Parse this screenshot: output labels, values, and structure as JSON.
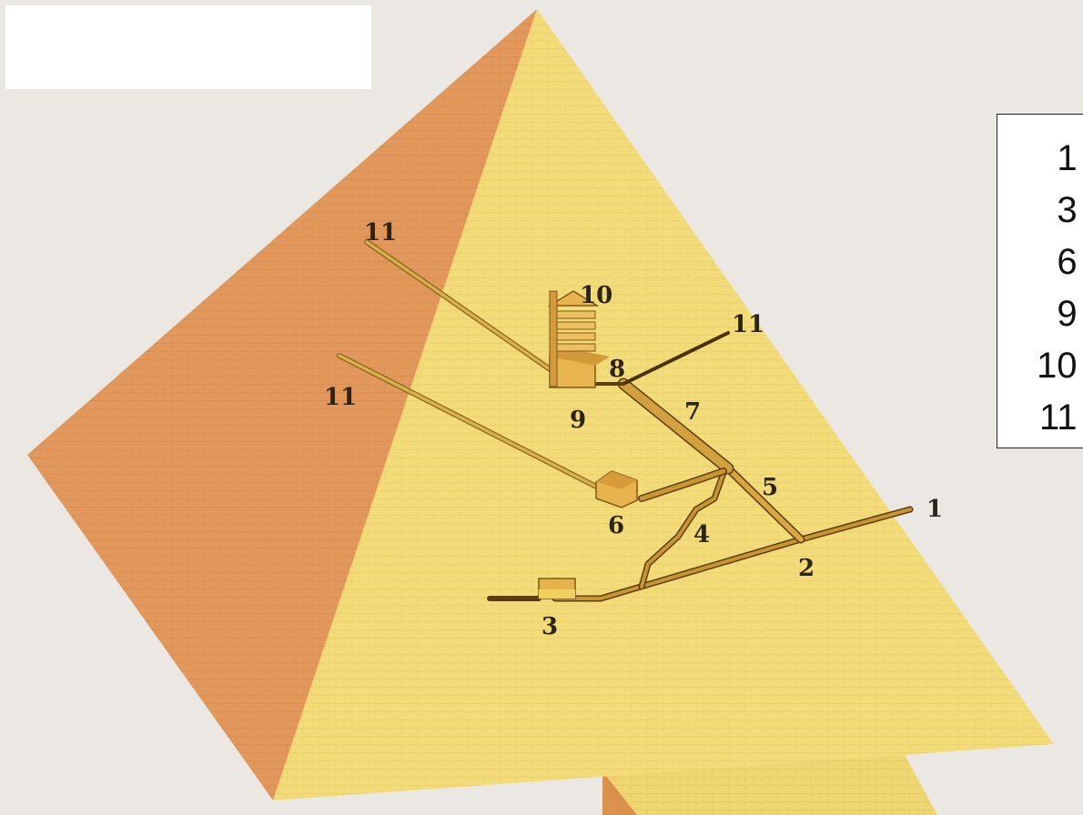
{
  "labels": {
    "l1": "1",
    "l2": "2",
    "l3": "3",
    "l4": "4",
    "l5": "5",
    "l6": "6",
    "l7": "7",
    "l8": "8",
    "l9": "9",
    "l10": "10",
    "l11_left_upper": "11",
    "l11_left_lower": "11",
    "l11_right": "11"
  },
  "legend": {
    "items": [
      "1 -",
      "3 -",
      "6 -",
      "9 -",
      "10 -",
      "11 -"
    ]
  },
  "colors": {
    "face_light": "#f2dc7a",
    "face_dark": "#e0975a",
    "passage": "#c9952e",
    "passage_edge": "#5a3e12",
    "background": "#ebe8e3"
  }
}
